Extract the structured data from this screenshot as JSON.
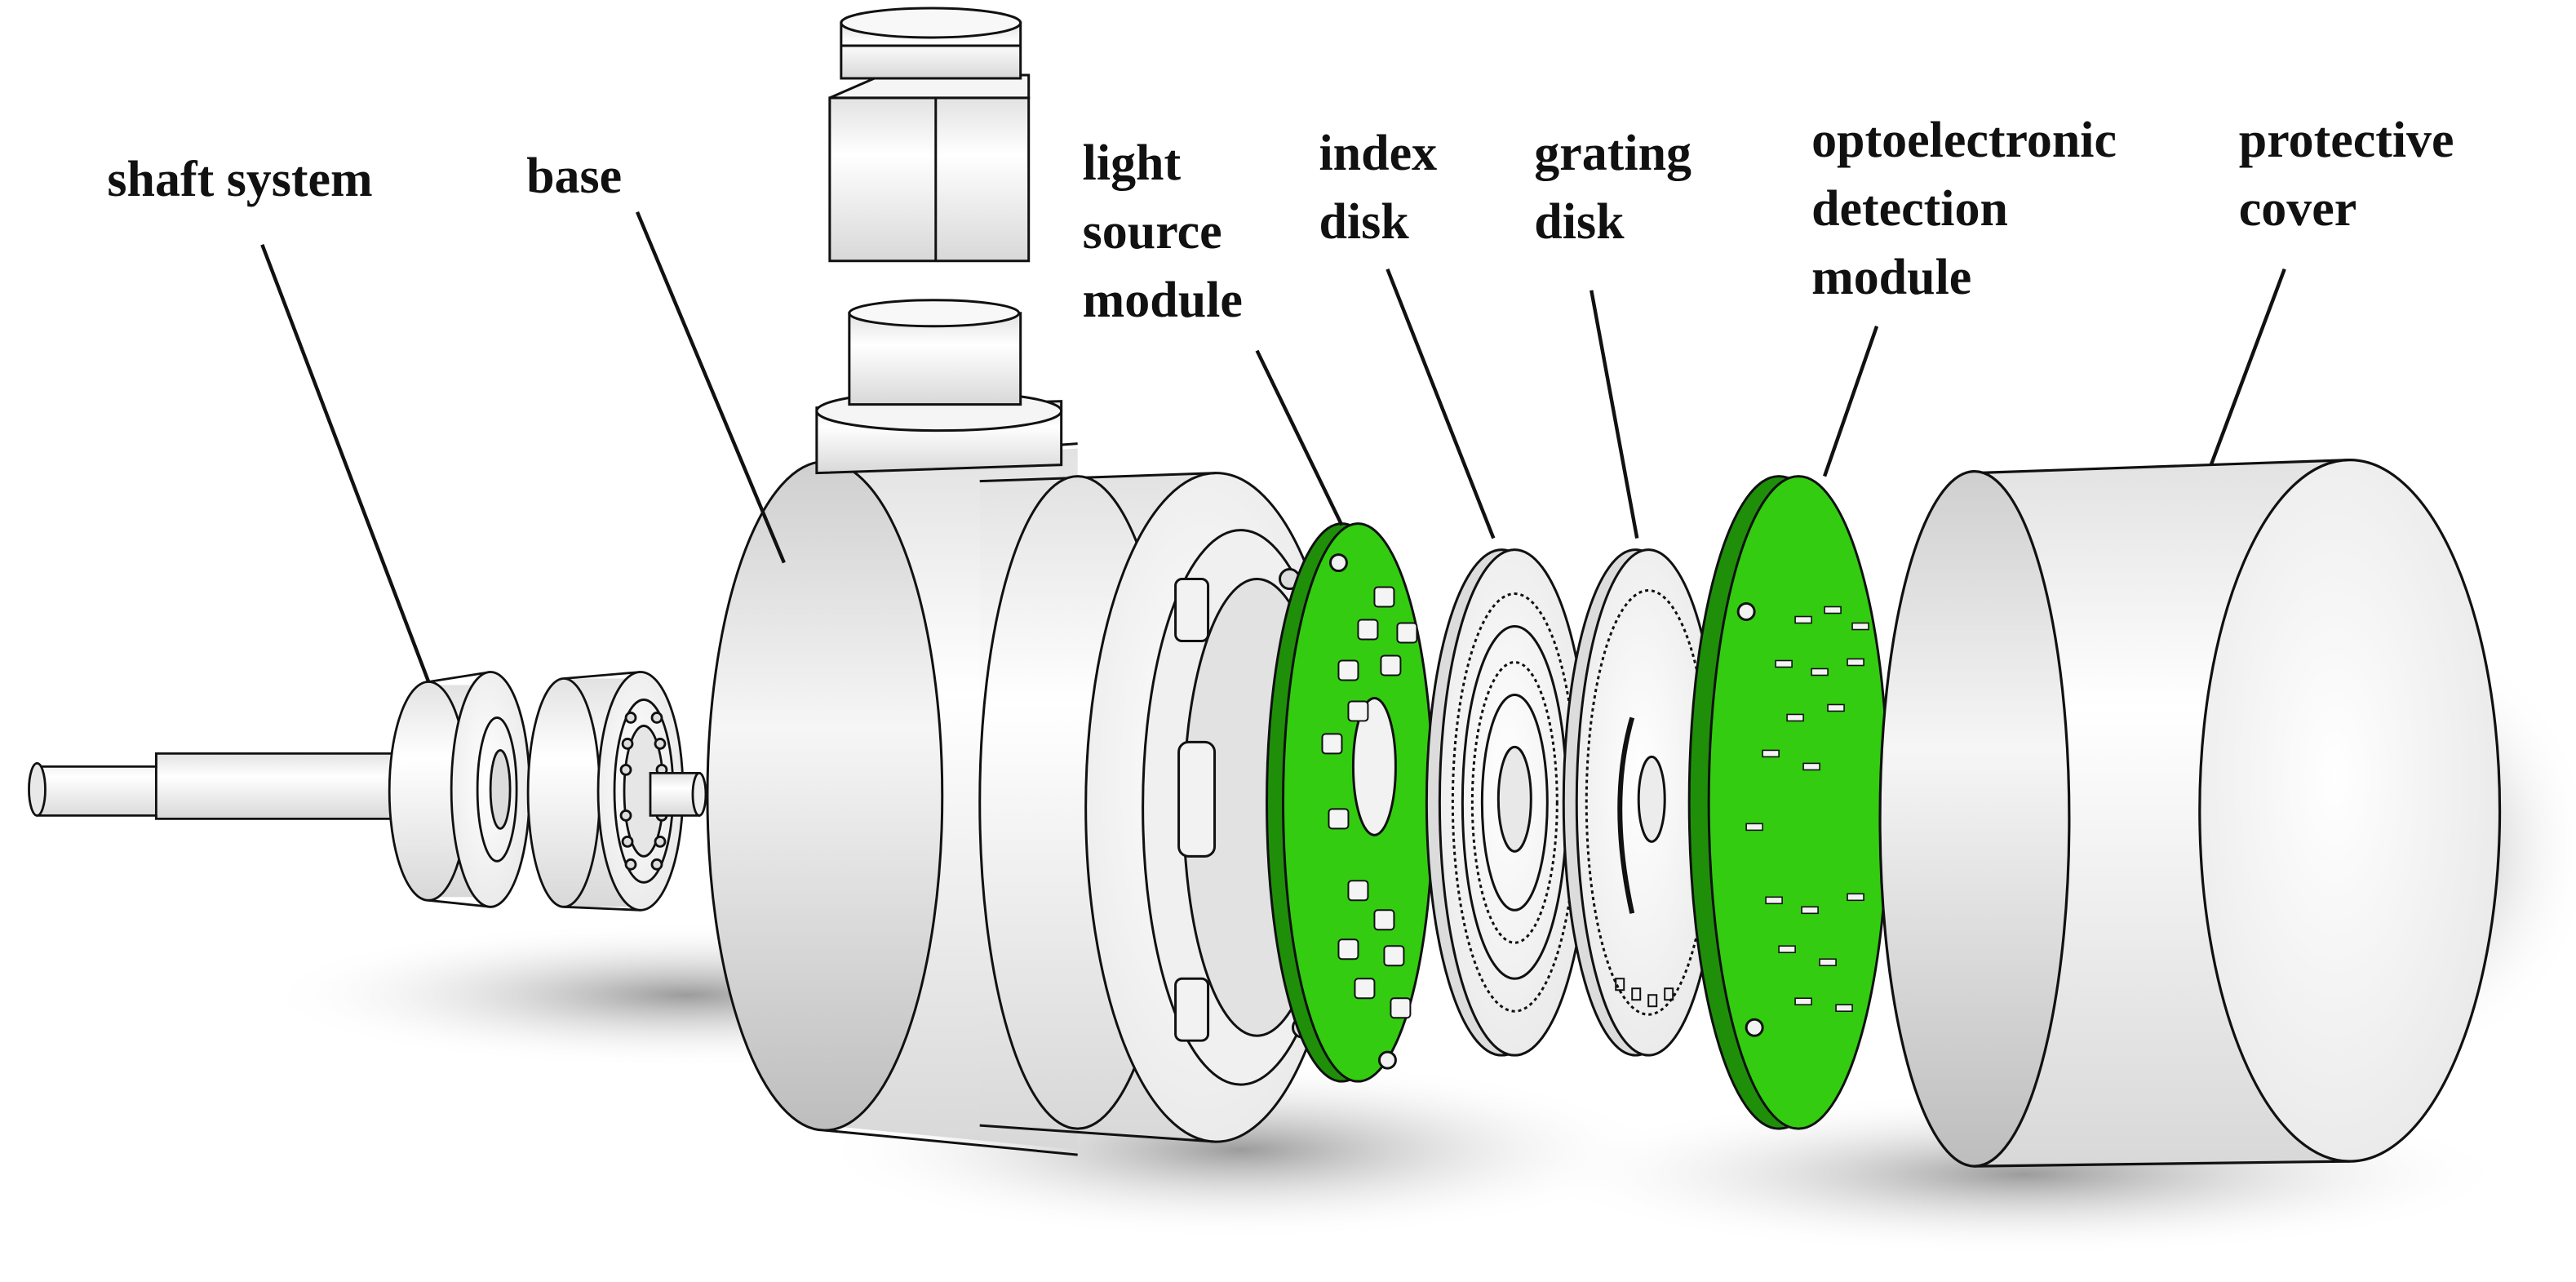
{
  "labels": {
    "shaft_system": "shaft system",
    "base": "base",
    "light_source_module": [
      "light",
      "source",
      "module"
    ],
    "index_disk": [
      "index",
      "disk"
    ],
    "grating_disk": [
      "grating",
      "disk"
    ],
    "optoelectronic_detection_module": [
      "optoelectronic",
      "detection",
      "module"
    ],
    "protective_cover": [
      "protective",
      "cover"
    ]
  },
  "colors": {
    "background": "#ffffff",
    "pcb_green": "#33cc11",
    "pcb_green_dark": "#1f8f0a",
    "metal_light": "#f4f4f4",
    "metal_shade": "#cfcfcf",
    "outline": "#111111",
    "shadow": "#9a9a9a"
  }
}
